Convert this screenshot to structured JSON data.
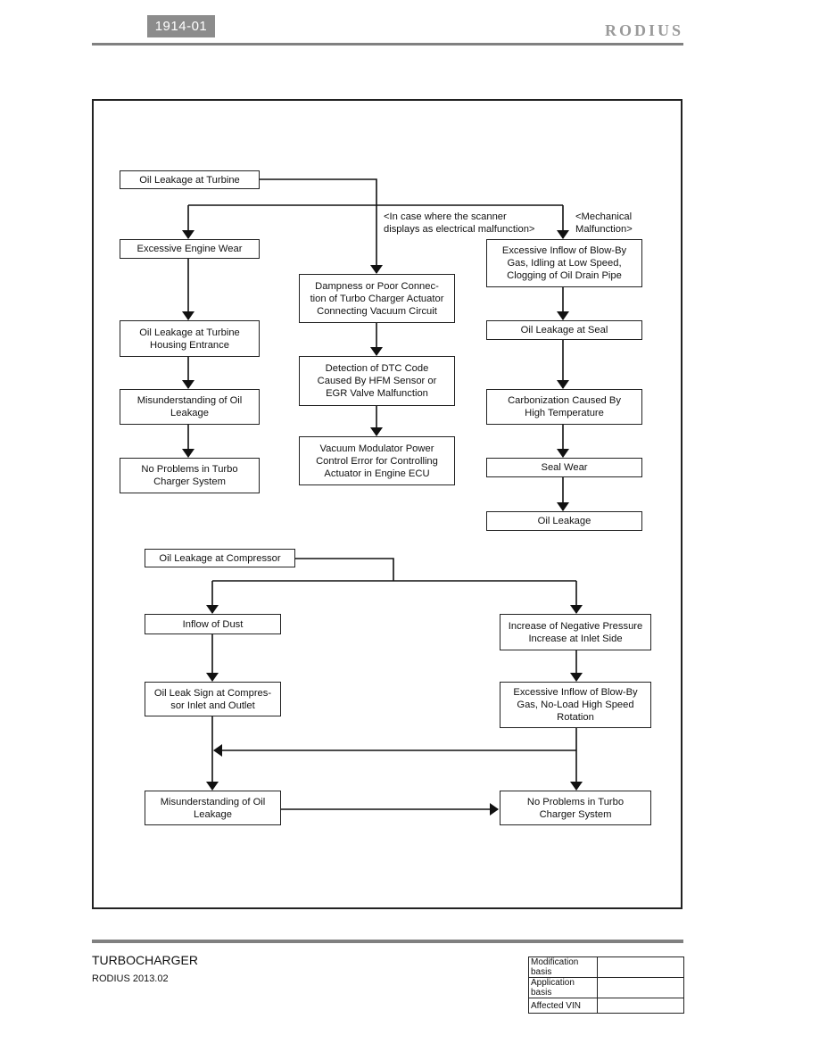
{
  "header": {
    "page_code": "1914-01",
    "brand": "RODIUS"
  },
  "turbine": {
    "start": "Oil  Leakage  at  Turbine",
    "note_electrical": "<In case where the scanner\ndisplays as electrical malfunction>",
    "note_mechanical": "<Mechanical\nMalfunction>",
    "left": [
      "Excessive  Engine  Wear",
      "Oil Leakage at Turbine\nHousing Entrance",
      "Misunderstanding of Oil\nLeakage",
      "No Problems in Turbo\nCharger System"
    ],
    "middle": [
      "Dampness or Poor Connec-\ntion of Turbo Charger Actuator\nConnecting Vacuum Circuit",
      "Detection of DTC Code\nCaused By HFM Sensor or\nEGR Valve Malfunction",
      "Vacuum Modulator Power\nControl Error for Controlling\nActuator in Engine ECU"
    ],
    "right": [
      "Excessive Inflow of Blow-By\nGas, Idling at Low Speed,\nClogging of Oil Drain Pipe",
      "Oil Leakage at Seal",
      "Carbonization Caused By\nHigh Temperature",
      "Seal Wear",
      "Oil Leakage"
    ]
  },
  "compressor": {
    "start": "Oil  Leakage  at  Compressor",
    "left": [
      "Inflow of Dust",
      "Oil Leak Sign at Compres-\nsor Inlet and Outlet",
      "Misunderstanding of Oil\nLeakage"
    ],
    "right": [
      "Increase of Negative Pressure\nIncrease at Inlet Side",
      "Excessive Inflow of Blow-By\nGas, No-Load High Speed\nRotation",
      "No Problems in Turbo\nCharger System"
    ]
  },
  "footer": {
    "title": "TURBOCHARGER",
    "subtitle": "RODIUS 2013.02",
    "basis_rows": [
      {
        "label": "Modification basis",
        "value": ""
      },
      {
        "label": "Application basis",
        "value": ""
      },
      {
        "label": "Affected VIN",
        "value": ""
      }
    ]
  }
}
